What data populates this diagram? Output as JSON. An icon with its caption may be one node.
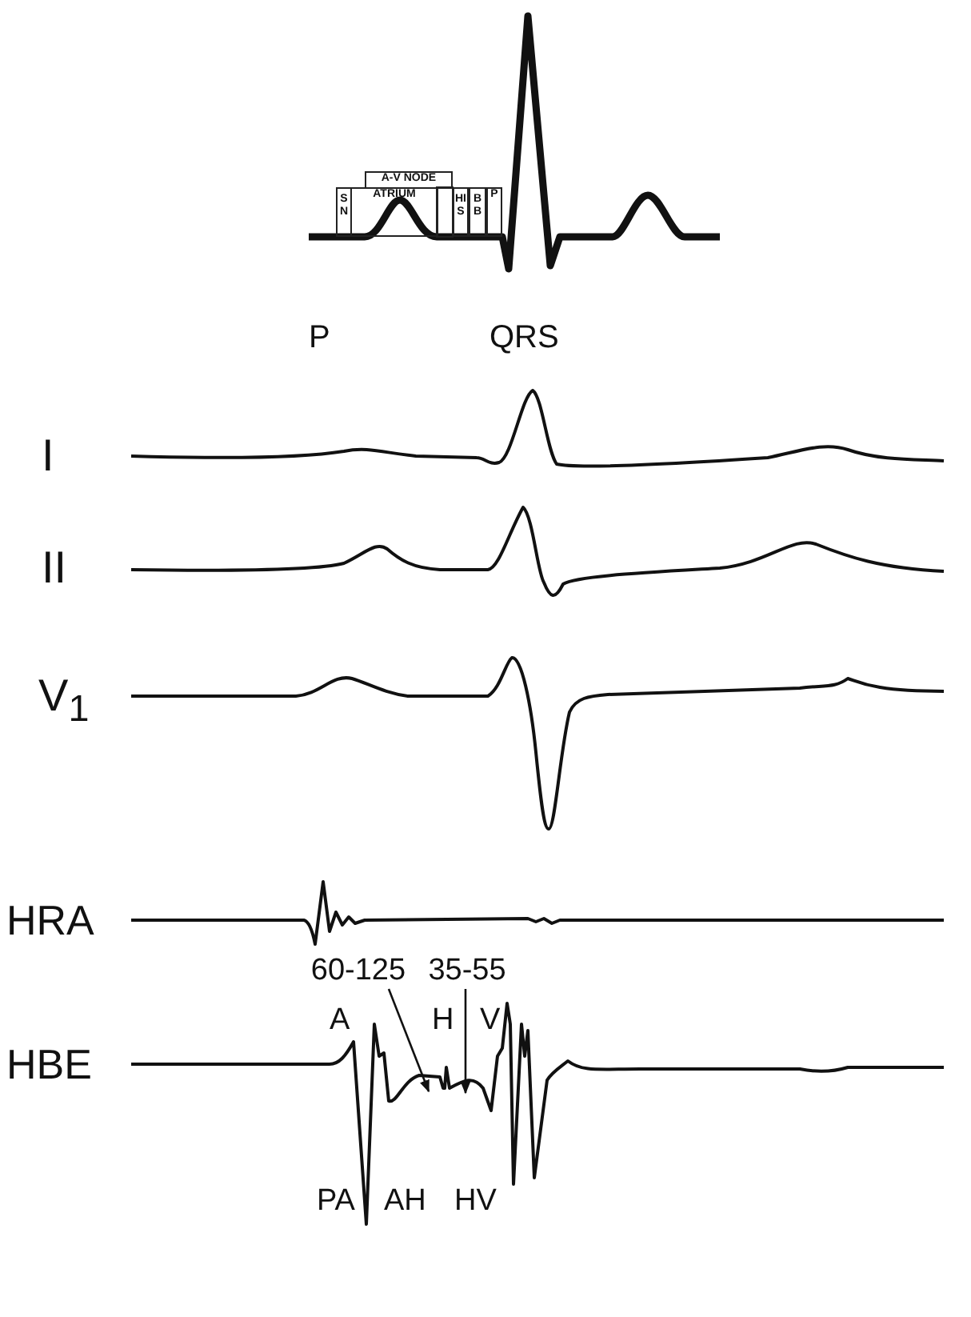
{
  "diagram": {
    "nodes": [
      {
        "text": [
          "SN"
        ]
      },
      {
        "text": [
          "A-V NODE"
        ]
      },
      {
        "text": [
          "ATRIUM"
        ]
      },
      {
        "text": [
          "HIS"
        ]
      },
      {
        "text": [
          "BB"
        ]
      },
      {
        "text": [
          "P"
        ]
      },
      {
        "text": [
          "60-125"
        ]
      },
      {
        "text": [
          "35-55"
        ]
      }
    ],
    "edges": [
      {
        "from": 6,
        "to": null,
        "arrow": "to"
      },
      {
        "from": 7,
        "to": null,
        "arrow": "to"
      }
    ],
    "labels": [
      "P",
      "QRS",
      "I",
      "II",
      "V$_{1}$",
      "HRA",
      "A",
      "H",
      "V",
      "HBE",
      "PA",
      "AH",
      "HV"
    ]
  }
}
